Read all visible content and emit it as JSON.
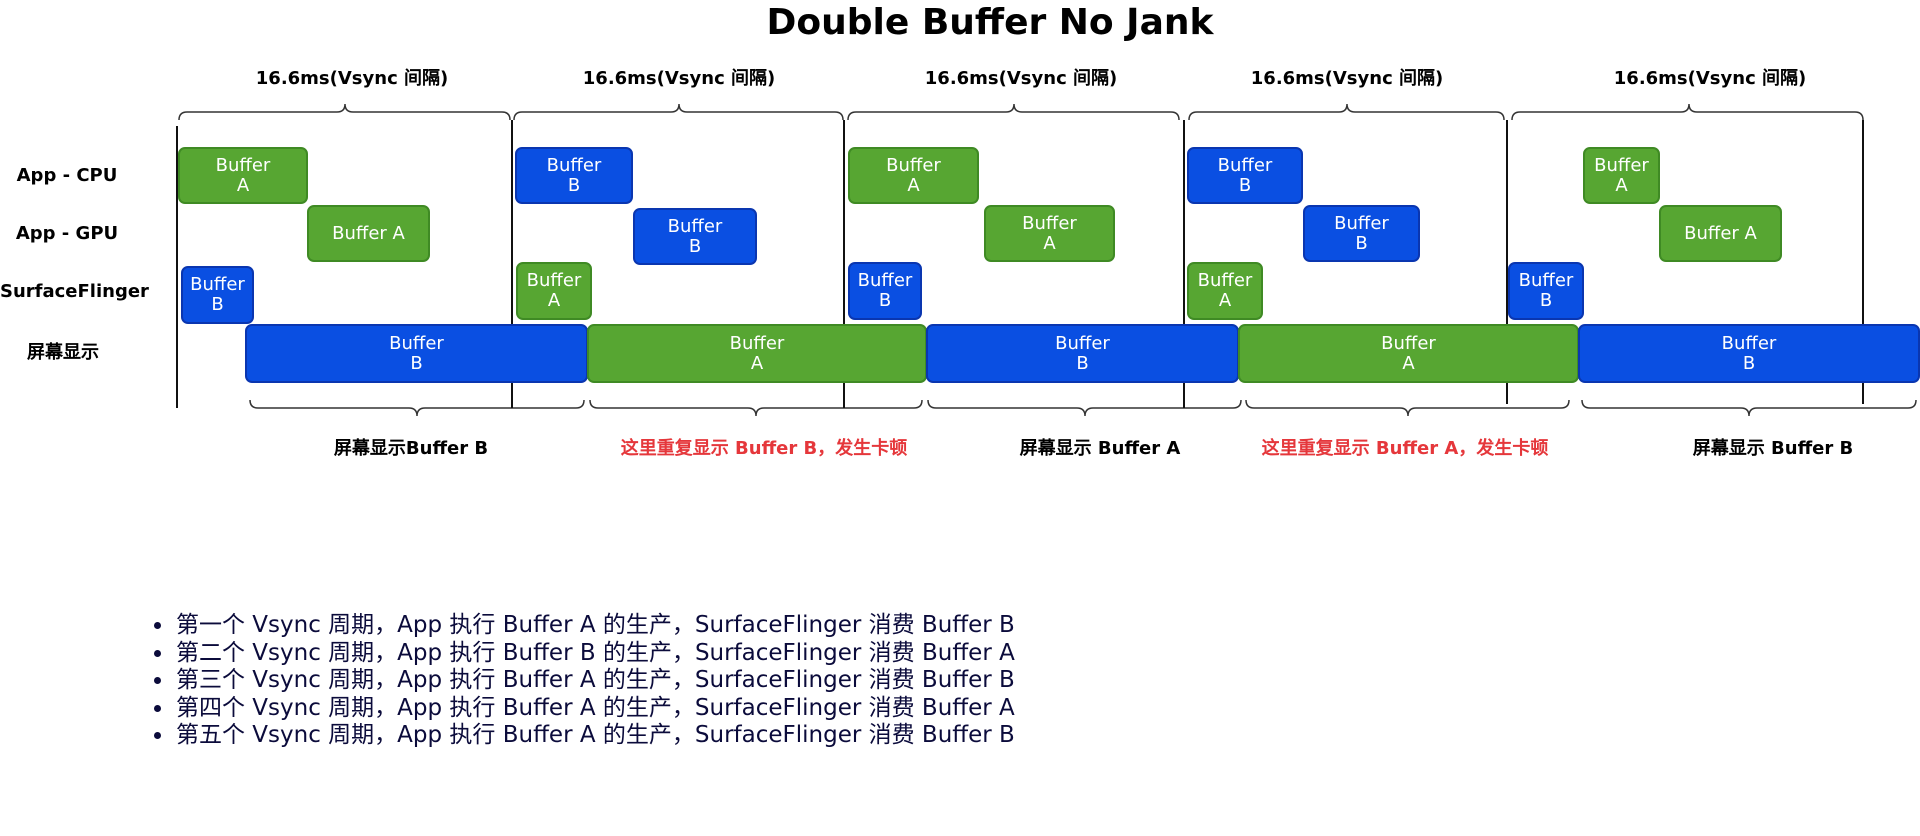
{
  "title": "Double Buffer No Jank",
  "interval_label": "16.6ms(Vsync 间隔)",
  "row_labels": [
    "App - CPU",
    "App - GPU",
    "SurfaceFlinger",
    "屏幕显示"
  ],
  "bottom_labels": [
    {
      "text": "屏幕显示Buffer B",
      "color": "#000000"
    },
    {
      "text": "这里重复显示 Buffer B，发生卡顿",
      "color": "#e5373b"
    },
    {
      "text": "屏幕显示 Buffer A",
      "color": "#000000"
    },
    {
      "text": "这里重复显示 Buffer A，发生卡顿",
      "color": "#e5373b"
    },
    {
      "text": "屏幕显示 Buffer B",
      "color": "#000000"
    }
  ],
  "blocks": {
    "app_cpu": [
      "Buffer\nA",
      "Buffer\nB",
      "Buffer\nA",
      "Buffer\nB",
      "Buffer\nA"
    ],
    "app_gpu": [
      "Buffer A",
      "Buffer\nB",
      "Buffer\nA",
      "Buffer\nB",
      "Buffer A"
    ],
    "surfaceflinger": [
      "Buffer\nB",
      "Buffer\nA",
      "Buffer\nB",
      "Buffer\nA",
      "Buffer\nB"
    ],
    "display": [
      "Buffer\nB",
      "Buffer\nA",
      "Buffer\nB",
      "Buffer\nA",
      "Buffer\nB"
    ]
  },
  "colors": {
    "buffer_a": "#57a632",
    "buffer_b": "#0a4fe2",
    "jank_text": "#e5373b"
  },
  "notes": [
    "第一个 Vsync 周期，App 执行 Buffer A 的生产，SurfaceFlinger 消费 Buffer B",
    "第二个 Vsync 周期，App 执行 Buffer B 的生产，SurfaceFlinger 消费 Buffer A",
    "第三个 Vsync 周期，App 执行 Buffer A 的生产，SurfaceFlinger 消费 Buffer B",
    "第四个 Vsync 周期，App 执行 Buffer A 的生产，SurfaceFlinger 消费 Buffer A",
    "第五个 Vsync 周期，App 执行 Buffer A 的生产，SurfaceFlinger 消费 Buffer B"
  ]
}
